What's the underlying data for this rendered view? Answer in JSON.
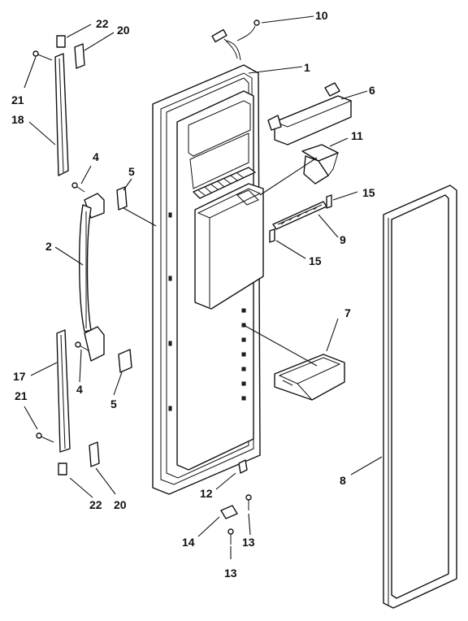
{
  "diagram": {
    "callouts": [
      {
        "id": "c10",
        "text": "10"
      },
      {
        "id": "c1",
        "text": "1"
      },
      {
        "id": "c6",
        "text": "6"
      },
      {
        "id": "c11",
        "text": "11"
      },
      {
        "id": "c15a",
        "text": "15"
      },
      {
        "id": "c9",
        "text": "9"
      },
      {
        "id": "c15b",
        "text": "15"
      },
      {
        "id": "c7",
        "text": "7"
      },
      {
        "id": "c8",
        "text": "8"
      },
      {
        "id": "c22a",
        "text": "22"
      },
      {
        "id": "c20a",
        "text": "20"
      },
      {
        "id": "c21a",
        "text": "21"
      },
      {
        "id": "c18",
        "text": "18"
      },
      {
        "id": "c4a",
        "text": "4"
      },
      {
        "id": "c5a",
        "text": "5"
      },
      {
        "id": "c2",
        "text": "2"
      },
      {
        "id": "c17",
        "text": "17"
      },
      {
        "id": "c4b",
        "text": "4"
      },
      {
        "id": "c5b",
        "text": "5"
      },
      {
        "id": "c21b",
        "text": "21"
      },
      {
        "id": "c22b",
        "text": "22"
      },
      {
        "id": "c20b",
        "text": "20"
      },
      {
        "id": "c12",
        "text": "12"
      },
      {
        "id": "c13a",
        "text": "13"
      },
      {
        "id": "c14",
        "text": "14"
      },
      {
        "id": "c13b",
        "text": "13"
      }
    ]
  }
}
